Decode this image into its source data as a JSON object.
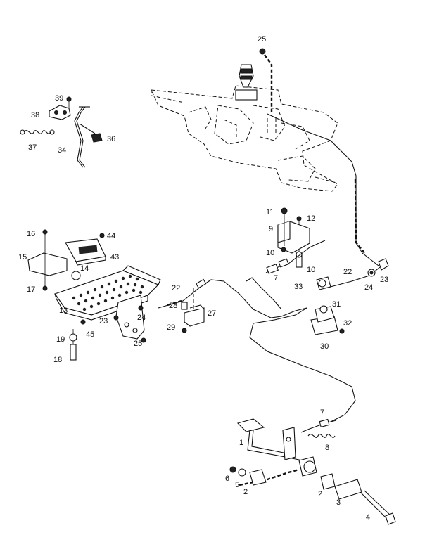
{
  "callouts": [
    {
      "id": "c25a",
      "text": "25"
    },
    {
      "id": "c39",
      "text": "39"
    },
    {
      "id": "c38",
      "text": "38"
    },
    {
      "id": "c37",
      "text": "37"
    },
    {
      "id": "c34",
      "text": "34"
    },
    {
      "id": "c36",
      "text": "36"
    },
    {
      "id": "c11",
      "text": "11"
    },
    {
      "id": "c12",
      "text": "12"
    },
    {
      "id": "c9",
      "text": "9"
    },
    {
      "id": "c10a",
      "text": "10"
    },
    {
      "id": "c10b",
      "text": "10"
    },
    {
      "id": "c7a",
      "text": "7"
    },
    {
      "id": "c33",
      "text": "33"
    },
    {
      "id": "c22a",
      "text": "22"
    },
    {
      "id": "c23a",
      "text": "23"
    },
    {
      "id": "c24a",
      "text": "24"
    },
    {
      "id": "c31",
      "text": "31"
    },
    {
      "id": "c32",
      "text": "32"
    },
    {
      "id": "c30",
      "text": "30"
    },
    {
      "id": "c16",
      "text": "16"
    },
    {
      "id": "c44",
      "text": "44"
    },
    {
      "id": "c43",
      "text": "43"
    },
    {
      "id": "c15",
      "text": "15"
    },
    {
      "id": "c14",
      "text": "14"
    },
    {
      "id": "c17",
      "text": "17"
    },
    {
      "id": "c13",
      "text": "13"
    },
    {
      "id": "c22b",
      "text": "22"
    },
    {
      "id": "c28",
      "text": "28"
    },
    {
      "id": "c27",
      "text": "27"
    },
    {
      "id": "c29",
      "text": "29"
    },
    {
      "id": "c23b",
      "text": "23"
    },
    {
      "id": "c24b",
      "text": "24"
    },
    {
      "id": "c45",
      "text": "45"
    },
    {
      "id": "c25b",
      "text": "25"
    },
    {
      "id": "c19",
      "text": "19"
    },
    {
      "id": "c18",
      "text": "18"
    },
    {
      "id": "c7b",
      "text": "7"
    },
    {
      "id": "c1",
      "text": "1"
    },
    {
      "id": "c8",
      "text": "8"
    },
    {
      "id": "c6",
      "text": "6"
    },
    {
      "id": "c5",
      "text": "5"
    },
    {
      "id": "c2a",
      "text": "2"
    },
    {
      "id": "c2b",
      "text": "2"
    },
    {
      "id": "c3",
      "text": "3"
    },
    {
      "id": "c4",
      "text": "4"
    }
  ]
}
